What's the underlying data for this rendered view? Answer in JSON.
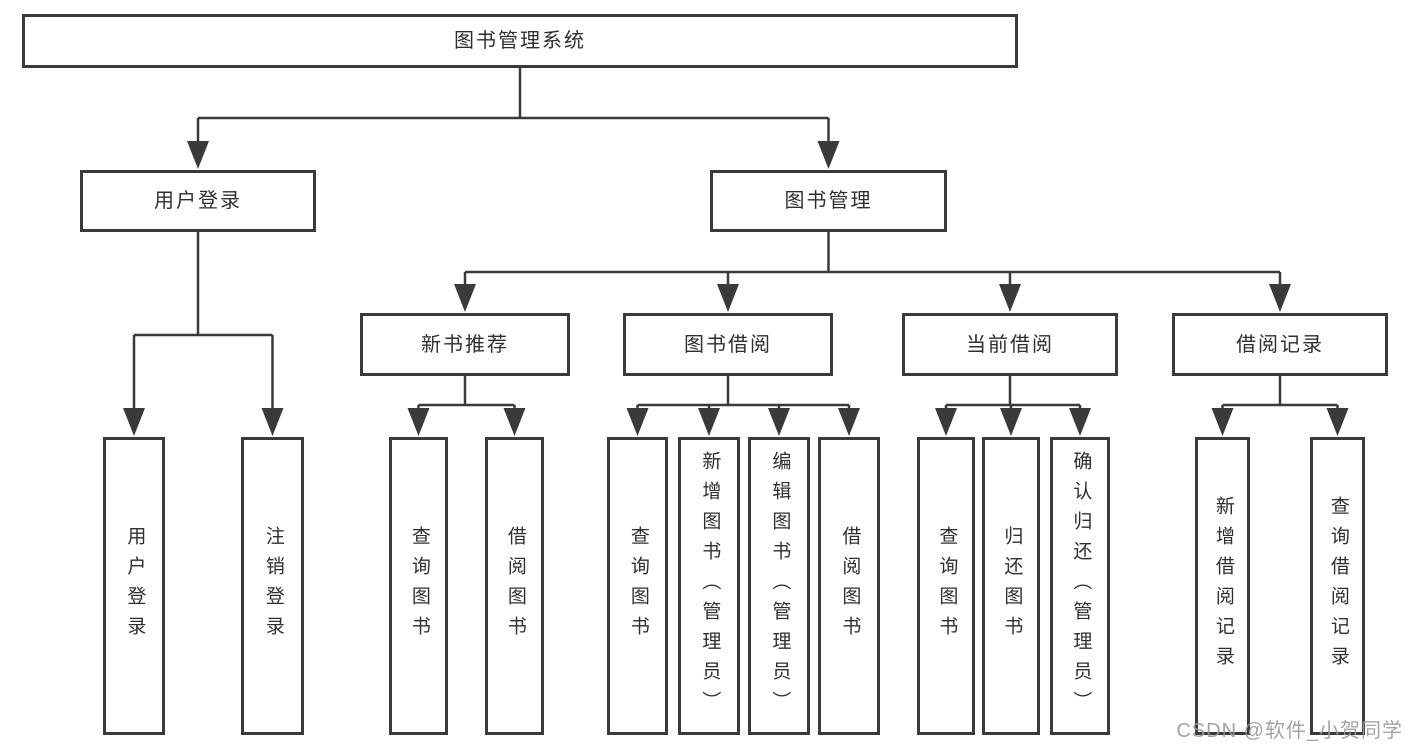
{
  "diagram": {
    "root": "图书管理系统",
    "branches": [
      {
        "label": "用户登录",
        "children": [
          "用户登录",
          "注销登录"
        ]
      },
      {
        "label": "图书管理",
        "children": [
          {
            "label": "新书推荐",
            "children": [
              "查询图书",
              "借阅图书"
            ]
          },
          {
            "label": "图书借阅",
            "children": [
              "查询图书",
              "新增图书（管理员）",
              "编辑图书（管理员）",
              "借阅图书"
            ]
          },
          {
            "label": "当前借阅",
            "children": [
              "查询图书",
              "归还图书",
              "确认归还（管理员）"
            ]
          },
          {
            "label": "借阅记录",
            "children": [
              "新增借阅记录",
              "查询借阅记录"
            ]
          }
        ]
      }
    ]
  },
  "watermark": {
    "text": "CSDN @软件_小贺同学"
  },
  "colors": {
    "line": "#3a3a3a",
    "text": "#2f2f2f",
    "box_background": "#ffffff",
    "watermark": "#9a9a9a",
    "background": "#ffffff"
  }
}
